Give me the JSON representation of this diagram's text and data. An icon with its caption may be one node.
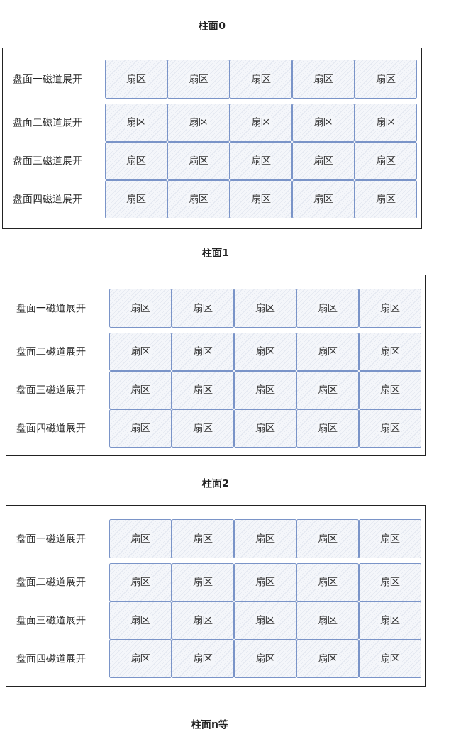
{
  "diagram": {
    "nodes": [
      {
        "text": [
          "柱面0"
        ]
      },
      {
        "text": [
          "扇区"
        ],
        "in": 0
      },
      {
        "text": [
          "扇区"
        ],
        "in": 0
      },
      {
        "text": [
          "扇区"
        ],
        "in": 0
      },
      {
        "text": [
          "扇区"
        ],
        "in": 0
      },
      {
        "text": [
          "扇区"
        ],
        "in": 0
      },
      {
        "text": [
          "扇区"
        ],
        "in": 0
      },
      {
        "text": [
          "扇区"
        ],
        "in": 0
      },
      {
        "text": [
          "扇区"
        ],
        "in": 0
      },
      {
        "text": [
          "扇区"
        ],
        "in": 0
      },
      {
        "text": [
          "扇区"
        ],
        "in": 0
      },
      {
        "text": [
          "扇区"
        ],
        "in": 0
      },
      {
        "text": [
          "扇区"
        ],
        "in": 0
      },
      {
        "text": [
          "扇区"
        ],
        "in": 0
      },
      {
        "text": [
          "扇区"
        ],
        "in": 0
      },
      {
        "text": [
          "扇区"
        ],
        "in": 0
      },
      {
        "text": [
          "扇区"
        ],
        "in": 0
      },
      {
        "text": [
          "扇区"
        ],
        "in": 0
      },
      {
        "text": [
          "扇区"
        ],
        "in": 0
      },
      {
        "text": [
          "扇区"
        ],
        "in": 0
      },
      {
        "text": [
          "扇区"
        ],
        "in": 0
      },
      {
        "text": [
          "柱面1"
        ]
      },
      {
        "text": [
          "扇区"
        ],
        "in": 21
      },
      {
        "text": [
          "扇区"
        ],
        "in": 21
      },
      {
        "text": [
          "扇区"
        ],
        "in": 21
      },
      {
        "text": [
          "扇区"
        ],
        "in": 21
      },
      {
        "text": [
          "扇区"
        ],
        "in": 21
      },
      {
        "text": [
          "扇区"
        ],
        "in": 21
      },
      {
        "text": [
          "扇区"
        ],
        "in": 21
      },
      {
        "text": [
          "扇区"
        ],
        "in": 21
      },
      {
        "text": [
          "扇区"
        ],
        "in": 21
      },
      {
        "text": [
          "扇区"
        ],
        "in": 21
      },
      {
        "text": [
          "扇区"
        ],
        "in": 21
      },
      {
        "text": [
          "扇区"
        ],
        "in": 21
      },
      {
        "text": [
          "扇区"
        ],
        "in": 21
      },
      {
        "text": [
          "扇区"
        ],
        "in": 21
      },
      {
        "text": [
          "扇区"
        ],
        "in": 21
      },
      {
        "text": [
          "扇区"
        ],
        "in": 21
      },
      {
        "text": [
          "扇区"
        ],
        "in": 21
      },
      {
        "text": [
          "扇区"
        ],
        "in": 21
      },
      {
        "text": [
          "扇区"
        ],
        "in": 21
      },
      {
        "text": [
          "扇区"
        ],
        "in": 21
      },
      {
        "text": [
          "柱面2"
        ]
      },
      {
        "text": [
          "扇区"
        ],
        "in": 42
      },
      {
        "text": [
          "扇区"
        ],
        "in": 42
      },
      {
        "text": [
          "扇区"
        ],
        "in": 42
      },
      {
        "text": [
          "扇区"
        ],
        "in": 42
      },
      {
        "text": [
          "扇区"
        ],
        "in": 42
      },
      {
        "text": [
          "扇区"
        ],
        "in": 42
      },
      {
        "text": [
          "扇区"
        ],
        "in": 42
      },
      {
        "text": [
          "扇区"
        ],
        "in": 42
      },
      {
        "text": [
          "扇区"
        ],
        "in": 42
      },
      {
        "text": [
          "扇区"
        ],
        "in": 42
      },
      {
        "text": [
          "扇区"
        ],
        "in": 42
      },
      {
        "text": [
          "扇区"
        ],
        "in": 42
      },
      {
        "text": [
          "扇区"
        ],
        "in": 42
      },
      {
        "text": [
          "扇区"
        ],
        "in": 42
      },
      {
        "text": [
          "扇区"
        ],
        "in": 42
      },
      {
        "text": [
          "扇区"
        ],
        "in": 42
      },
      {
        "text": [
          "扇区"
        ],
        "in": 42
      },
      {
        "text": [
          "扇区"
        ],
        "in": 42
      },
      {
        "text": [
          "扇区"
        ],
        "in": 42
      },
      {
        "text": [
          "扇区"
        ],
        "in": 42
      }
    ],
    "labels": [
      "盘面一磁道展开",
      "盘面二磁道展开",
      "盘面三磁道展开",
      "盘面四磁道展开",
      "盘面一磁道展开",
      "盘面二磁道展开",
      "盘面三磁道展开",
      "盘面四磁道展开",
      "盘面一磁道展开",
      "盘面二磁道展开",
      "盘面三磁道展开",
      "盘面四磁道展开",
      "柱面n等"
    ]
  }
}
